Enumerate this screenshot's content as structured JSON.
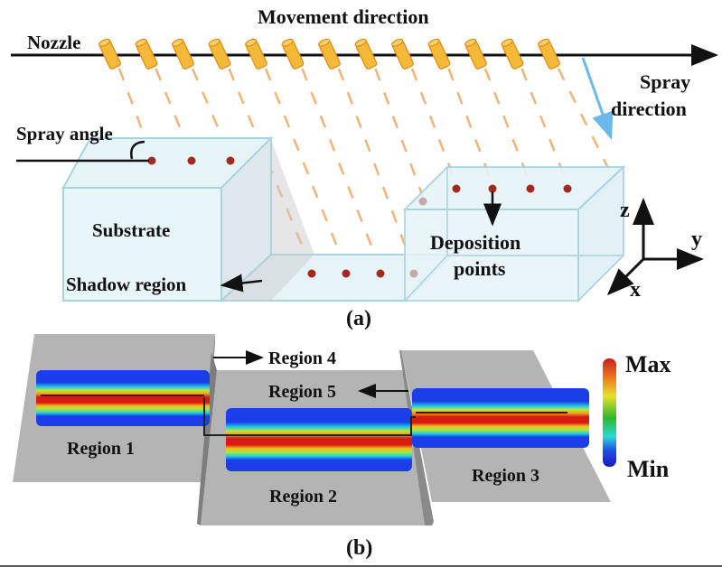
{
  "panel_a": {
    "caption": "(a)",
    "labels": {
      "nozzle": "Nozzle",
      "movement_direction": "Movement direction",
      "spray_direction_line1": "Spray",
      "spray_direction_line2": "direction",
      "spray_angle": "Spray angle",
      "substrate": "Substrate",
      "shadow_region": "Shadow region",
      "deposition_points_line1": "Deposition",
      "deposition_points_line2": "points"
    },
    "axes": {
      "z": "z",
      "y": "y",
      "x": "x"
    },
    "nozzle_count": 13,
    "colors": {
      "nozzle": "#f5b93a",
      "nozzle_edge": "#e08a10",
      "spray_dash": "#f0b47a",
      "spray_arrow": "#6bb8ea",
      "box_fill": "#e4f3f7",
      "box_edge": "#a8d4e0",
      "shadow": "#c8c8c8",
      "point": "#a4281c"
    }
  },
  "panel_b": {
    "caption": "(b)",
    "regions": [
      "Region 1",
      "Region 2",
      "Region 3",
      "Region 4",
      "Region 5"
    ],
    "colorbar": {
      "max_label": "Max",
      "min_label": "Min"
    },
    "colors": {
      "surface": "#b4b4b4",
      "surface_side": "#8a8a8a"
    }
  }
}
